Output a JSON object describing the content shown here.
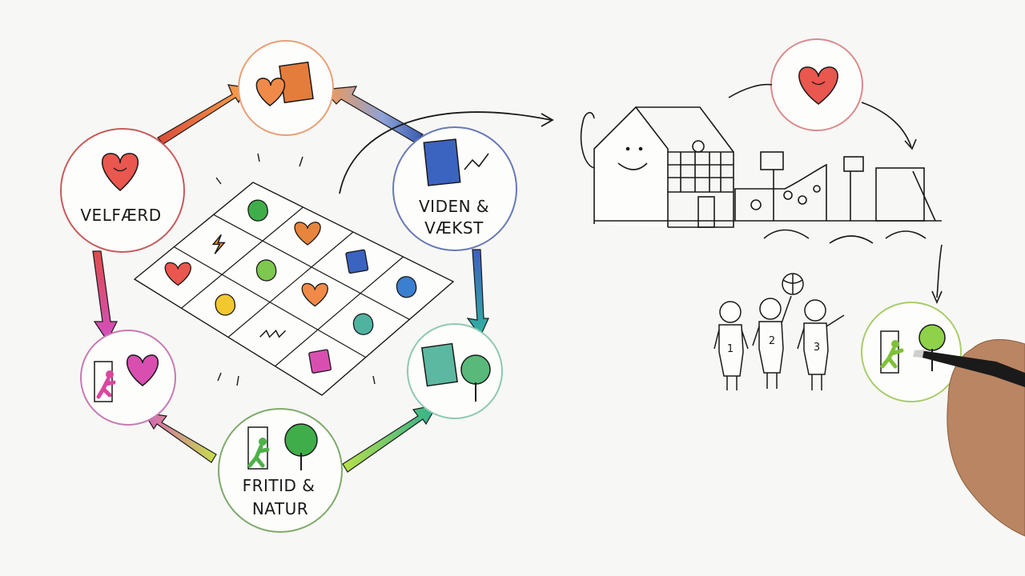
{
  "cycle": {
    "nodes": [
      {
        "id": "velfaerd",
        "label_lines": [
          "VELFÆRD"
        ],
        "icon": "heart-icon",
        "color": "#d9534f"
      },
      {
        "id": "top",
        "label_lines": [],
        "icon": "heart-book-icon",
        "color": "#e8934a"
      },
      {
        "id": "viden",
        "label_lines": [
          "VIDEN &",
          "VÆKST"
        ],
        "icon": "book-growth-icon",
        "color": "#4a6fb5"
      },
      {
        "id": "nature-small",
        "label_lines": [],
        "icon": "book-tree-icon",
        "color": "#5cb88a"
      },
      {
        "id": "fritid",
        "label_lines": [
          "FRITID &",
          "NATUR"
        ],
        "icon": "person-tree-icon",
        "color": "#6aa84f"
      },
      {
        "id": "leisure-heart",
        "label_lines": [],
        "icon": "person-heart-icon",
        "color": "#c75aa8"
      }
    ],
    "grid_icons": [
      "person-tree-icon",
      "heart-book-icon",
      "book-growth-icon",
      "thumbs-up-icon",
      "lightning-icon",
      "tree-icon",
      "heart-face-icon",
      "sign-tree-icon",
      "heart-icon",
      "lightbulb-icon",
      "zigzag-icon",
      "person-heart-icon"
    ]
  },
  "scene": {
    "heart_node_color": "#e05555",
    "players": [
      "1",
      "2",
      "3"
    ],
    "result_node_color": "#9fc95a"
  },
  "colors": {
    "ink": "#1a1a1a",
    "heart": "#e9574f",
    "orange": "#ef8a3c",
    "blue": "#3b63b8",
    "green": "#6cc04a",
    "teal": "#4fb39a",
    "pink": "#d66ab7"
  }
}
